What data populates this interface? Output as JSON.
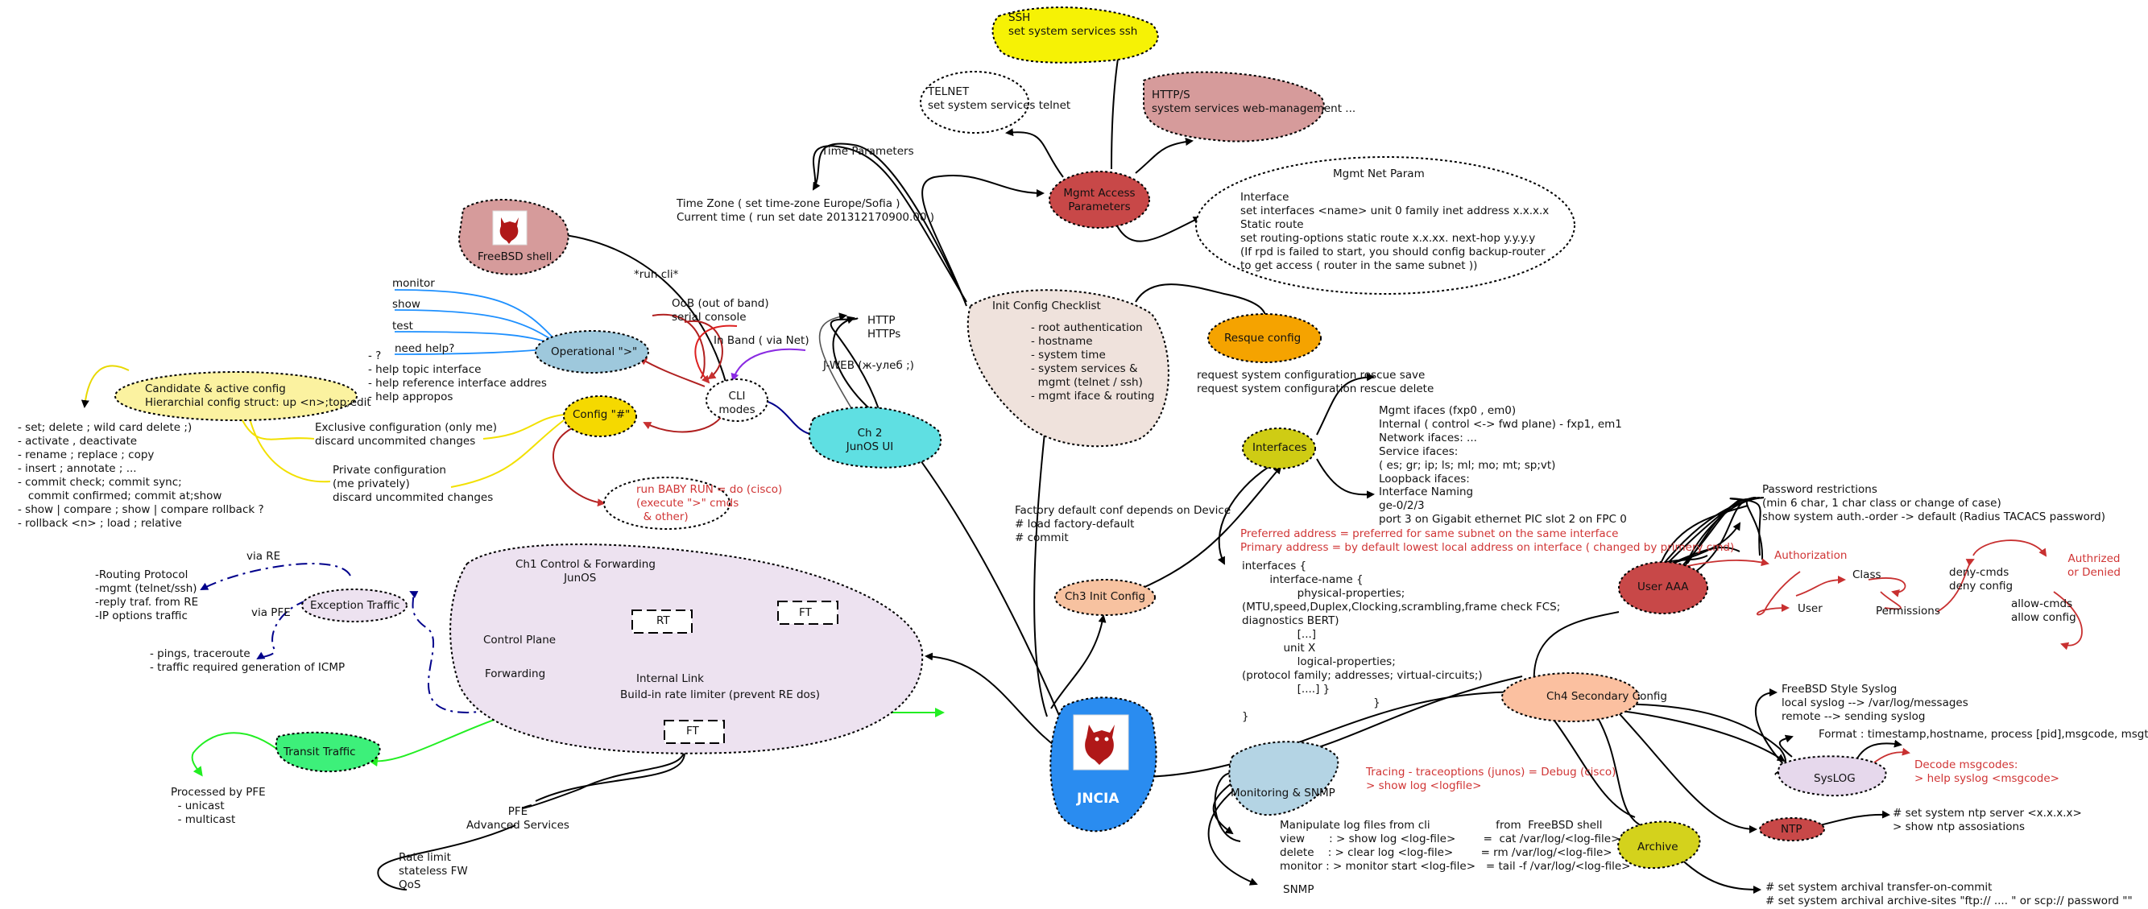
{
  "center": {
    "label": "JNCIA"
  },
  "mgmt_access": {
    "label": "Mgmt Access\nParameters"
  },
  "ssh": {
    "text": "SSH\nset system services ssh"
  },
  "telnet": {
    "text": "TELNET\nset system services telnet"
  },
  "https": {
    "text": "HTTP/S\nsystem services web-management ..."
  },
  "time_params": {
    "title": "Time Parameters",
    "text": "Time Zone ( set time-zone Europe/Sofia )\nCurrent time ( run set date 201312170900.00 )"
  },
  "mgmt_net": {
    "title": "Mgmt Net Param",
    "text": "Interface\nset interfaces <name> unit 0 family inet address x.x.x.x\nStatic route\nset routing-options static route x.x.xx. next-hop y.y.y.y\n(If rpd is failed to start, you should config backup-router\nto get access ( router in the same subnet ))"
  },
  "init_checklist": {
    "title": "Init Config Checklist",
    "text": "- root authentication\n- hostname\n- system time\n- system services &\n  mgmt (telnet / ssh)\n- mgmt iface & routing"
  },
  "rescue": {
    "label": "Resque config",
    "text": "request system configuration rescue save\nrequest system configuration rescue delete"
  },
  "interfaces": {
    "label": "Interfaces",
    "mgmt_text": "Mgmt ifaces (fxp0 , em0)\nInternal ( control <-> fwd plane) - fxp1, em1\nNetwork ifaces: ...\nService ifaces:\n( es; gr; ip; ls; ml; mo; mt; sp;vt)\nLoopback ifaces:",
    "naming_text": "Interface Naming\nge-0/2/3\nport 3 on Gigabit ethernet PIC slot 2 on FPC 0",
    "red_text": "Preferred address = preferred for same subnet on the same interface\nPrimary address = by default lowest local address on interface ( changed by primery cmd)",
    "config_text": "interfaces {\n        interface-name {\n                physical-properties;\n(MTU,speed,Duplex,Clocking,scrambling,frame check FCS;\ndiagnostics BERT)\n                [...]\n            unit X\n                logical-properties;\n(protocol family; addresses; virtual-circuits;)\n                [....] }\n                                      }\n}"
  },
  "ch3": {
    "label": "Ch3 Init Config",
    "factory_text": "Factory default conf depends on Device\n# load factory-default\n# commit"
  },
  "ch2": {
    "label": "Ch 2\nJunOS UI",
    "jweb": "J-WEB (ж-улеб ;)",
    "http": "HTTP\nHTTPs"
  },
  "cli": {
    "label": "CLI\nmodes",
    "oob": "OoB (out of band)\nserial console",
    "inband": "In Band ( via Net)",
    "run_cli": "*run cli*"
  },
  "freebsd": {
    "label": "FreeBSD shell"
  },
  "operational": {
    "label": "Operational \">\"",
    "branches": [
      "monitor",
      "show",
      "test",
      "need help?"
    ],
    "help": "- ?\n- help topic interface\n- help reference interface addres\n- help appropos"
  },
  "config": {
    "label": "Config \"#\"",
    "candidate": "Candidate & active config\nHierarchial config struct: up <n>;top;edit",
    "candidate_text": "- set; delete ; wild card delete ;)\n- activate , deactivate\n- rename ; replace ; copy\n- insert ; annotate ; ...\n- commit check; commit sync;\n   commit confirmed; commit at;show\n- show | compare ; show | compare rollback ?\n- rollback <n> ; load ; relative",
    "exclusive": "Exclusive configuration (only me)\ndiscard uncommited changes",
    "private": "Private configuration\n(me privately)\ndiscard uncommited changes",
    "run_baby": "run BABY RUN = do (cisco)\n(execute \">\" cmds\n  & other)"
  },
  "ch1": {
    "title": "Ch1 Control & Forwarding\n              JunOS",
    "control_plane": "Control Plane",
    "forwarding": "Forwarding",
    "rt": "RT",
    "ft": "FT",
    "internal_link": "Internal Link",
    "limiter": "Build-in rate limiter (prevent RE dos)",
    "via_re": "via RE",
    "via_pfe": "via PFE",
    "exception": "Exception Traffic",
    "exception_text": "-Routing Protocol\n-mgmt (telnet/ssh)\n-reply traf. from RE\n-IP options traffic",
    "icmp_text": "- pings, traceroute\n- traffic required generation of ICMP",
    "transit": "Transit Traffic",
    "pfe_text": "Processed by PFE\n  - unicast\n  - multicast",
    "pfe_services": "PFE\nAdvanced Services",
    "pfe_services_text": "Rate limit\nstateless FW\nQoS"
  },
  "ch4": {
    "label": "Ch4 Secondary Config",
    "user_aaa": "User AAA",
    "password": "Password restrictions\n(min 6 char, 1 char class or change of case)\nshow system auth.-order -> default (Radius TACACS password)",
    "authorization": "Authorization",
    "user": "User",
    "class": "Class",
    "permissions": "Permissions",
    "deny": "deny-cmds\ndeny config",
    "allow": "allow-cmds\nallow config",
    "authorized": "Authrized\nor Denied",
    "syslog": "SysLOG",
    "freebsd_syslog": "FreeBSD Style Syslog\nlocal syslog --> /var/log/messages\nremote --> sending syslog",
    "syslog_format": "Format : timestamp,hostname, process [pid],msgcode, msgtext",
    "decode": "Decode msgcodes:\n> help syslog <msgcode>",
    "ntp": "NTP",
    "ntp_text": "# set system ntp server <x.x.x.x>\n> show ntp assosiations",
    "archive": "Archive",
    "archive_text": "# set system archival transfer-on-commit\n# set system archival archive-sites \"ftp:// .... \" or scp:// password \"\"",
    "monitoring": "Monitoring & SNMP",
    "tracing": "Tracing - traceoptions (junos) = Debug (cisco)\n> show log <logfile>",
    "logs_text": "Manipulate log files from cli                   from  FreeBSD shell\nview       : > show log <log-file>        =  cat /var/log/<log-file>\ndelete    : > clear log <log-file>        = rm /var/log/<log-file>\nmonitor : > monitor start <log-file>   = tail -f /var/log/<log-file>",
    "snmp": "SNMP"
  },
  "colors": {
    "jncia_blue": "#2a8cf0",
    "mgmt_red": "#c84848",
    "ssh_yellow": "#f6f205",
    "https_pink": "#d69b9b",
    "init_beige": "#efe2dc",
    "rescue_orange": "#f5a300",
    "interfaces_olive": "#cfcc14",
    "ch3_salmon": "#f7c2a0",
    "ch2_cyan": "#5fdfe2",
    "oper_blue": "#9ec8dc",
    "config_yellow": "#f5d900",
    "candidate_yellow": "#fbf2a0",
    "ch1_lavender": "#ede2f0",
    "transit_green": "#3df07a",
    "ch4_salmon": "#fbc0a0",
    "syslog_lavender": "#e6d8ec",
    "archive_olive": "#d4d21c",
    "monitor_blue": "#b4d4e4"
  }
}
